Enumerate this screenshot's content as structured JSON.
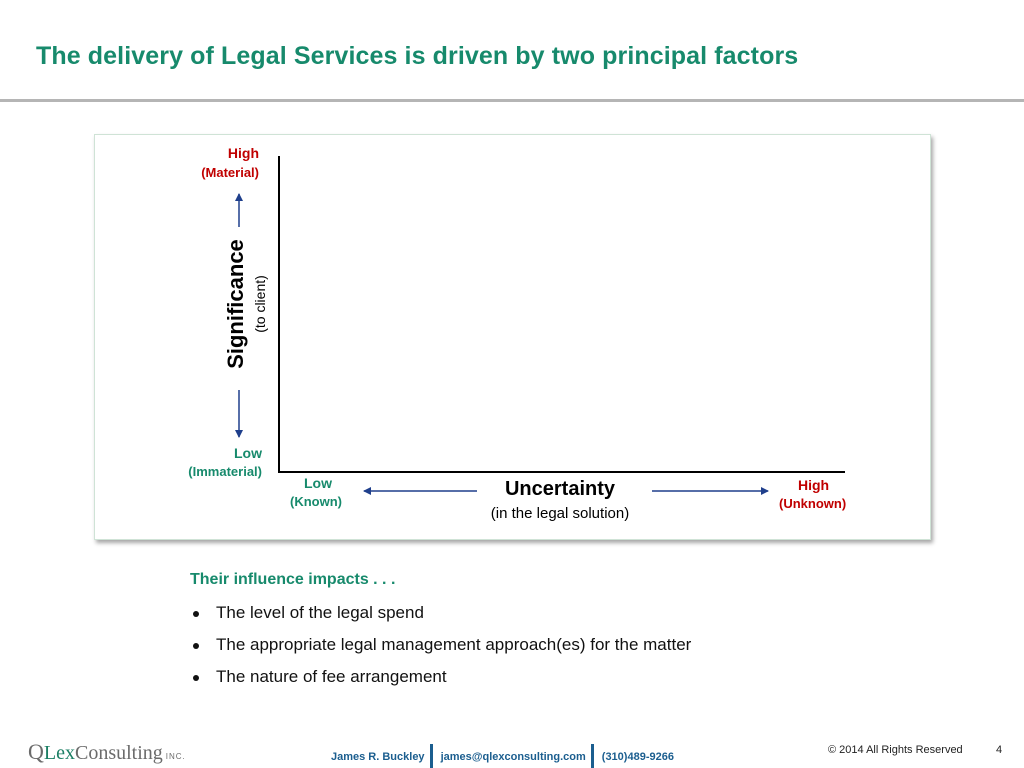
{
  "title": "The delivery of Legal Services is driven by two principal factors",
  "diagram": {
    "y_axis": {
      "title": "Significance",
      "subtitle": "(to client)",
      "high_label": "High",
      "high_sub": "(Material)",
      "low_label": "Low",
      "low_sub": "(Immaterial)"
    },
    "x_axis": {
      "title": "Uncertainty",
      "subtitle": "(in the legal solution)",
      "low_label": "Low",
      "low_sub": "(Known)",
      "high_label": "High",
      "high_sub": "(Unknown)"
    },
    "colors": {
      "high": "#c00000",
      "low": "#178a6c",
      "arrow": "#1f3f8c",
      "axis": "#000000"
    }
  },
  "impacts": {
    "heading": "Their influence impacts . . .",
    "items": [
      "The level of the legal spend",
      "The appropriate legal management approach(es) for the matter",
      "The nature of fee arrangement"
    ]
  },
  "footer": {
    "logo_q": "Q",
    "logo_lex": "Lex",
    "logo_consulting": "Consulting",
    "logo_inc": "INC.",
    "name": "James R. Buckley",
    "email": "james@qlexconsulting.com",
    "phone": "(310)489-9266",
    "copyright": "© 2014  All Rights Reserved",
    "page": "4"
  },
  "colors": {
    "title": "#178a6c",
    "footer_text": "#1b5e8f"
  }
}
